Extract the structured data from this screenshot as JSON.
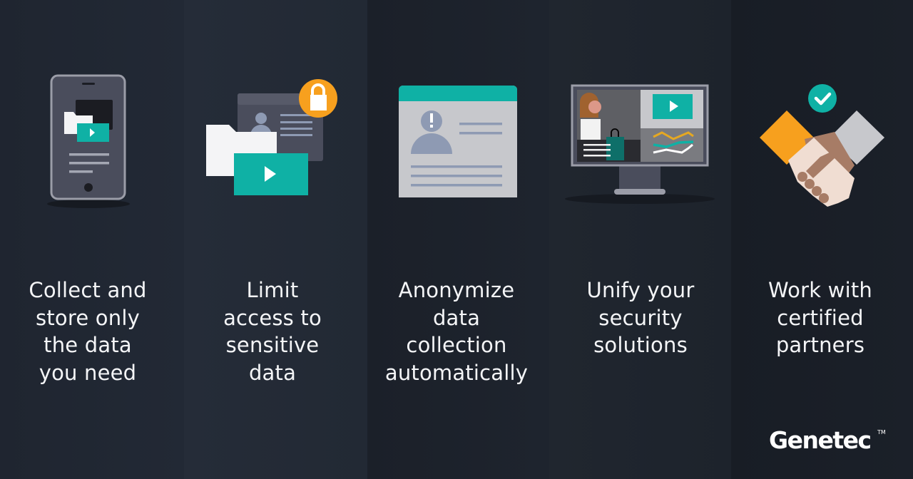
{
  "panels": [
    {
      "caption": "Collect and\nstore only\nthe data\nyou need",
      "icon": "phone-with-folder-video-icon"
    },
    {
      "caption": "Limit\naccess to\nsensitive\ndata",
      "icon": "locked-profile-folder-video-icon"
    },
    {
      "caption": "Anonymize\ndata\ncollection\nautomatically",
      "icon": "anonymous-profile-window-icon"
    },
    {
      "caption": "Unify your\nsecurity\nsolutions",
      "icon": "monitor-unified-view-icon"
    },
    {
      "caption": "Work with\ncertified\npartners",
      "icon": "handshake-checkmark-icon"
    }
  ],
  "brand": {
    "logo_text": "Genetec",
    "trademark": "TM"
  },
  "colors": {
    "teal": "#0fb1a5",
    "orange": "#f7a01e",
    "slate": "#4a4d5c",
    "light_grey": "#c7c8cc",
    "text": "#f4f5f7"
  }
}
